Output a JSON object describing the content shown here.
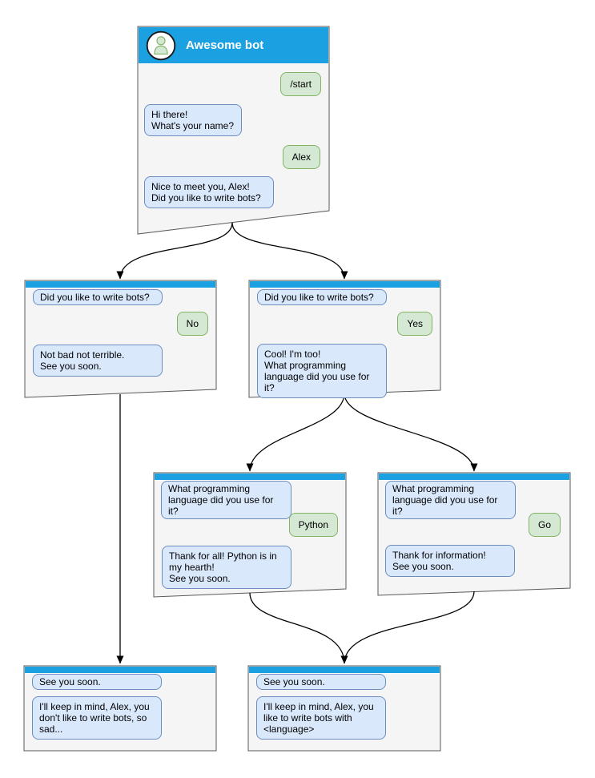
{
  "diagram_title": "Telegram bot conversation flow",
  "colors": {
    "header_bar": "#1BA1E2",
    "bot_bubble_fill": "#DAE8FC",
    "bot_bubble_border": "#6C8EBF",
    "user_bubble_fill": "#D5E8D4",
    "user_bubble_border": "#82B366",
    "window_fill": "#F5F5F5",
    "window_border": "#595959",
    "arrow": "#000000",
    "title_text": "#ffffff"
  },
  "icons": {
    "avatar": "person-icon"
  },
  "windows": [
    {
      "name": "main-chat",
      "title": "Awesome bot",
      "messages": [
        {
          "from": "user",
          "text": "/start"
        },
        {
          "from": "bot",
          "text": "Hi there!\nWhat's your name?"
        },
        {
          "from": "user",
          "text": "Alex"
        },
        {
          "from": "bot",
          "text": "Nice to meet you, Alex!\nDid you like to write bots?"
        }
      ]
    },
    {
      "name": "branch-no",
      "messages": [
        {
          "from": "bot",
          "text": "Did you like to write bots?"
        },
        {
          "from": "user",
          "text": "No"
        },
        {
          "from": "bot",
          "text": "Not bad not terrible.\nSee you soon."
        }
      ]
    },
    {
      "name": "branch-yes",
      "messages": [
        {
          "from": "bot",
          "text": "Did you like to write bots?"
        },
        {
          "from": "user",
          "text": "Yes"
        },
        {
          "from": "bot",
          "text": "Cool! I'm too!\nWhat programming language did you use for it?"
        }
      ]
    },
    {
      "name": "branch-python",
      "messages": [
        {
          "from": "bot",
          "text": "What programming language did you use for it?"
        },
        {
          "from": "user",
          "text": "Python"
        },
        {
          "from": "bot",
          "text": "Thank for all! Python is in my hearth!\nSee you soon."
        }
      ]
    },
    {
      "name": "branch-go",
      "messages": [
        {
          "from": "bot",
          "text": "What programming language did you use for it?"
        },
        {
          "from": "user",
          "text": "Go"
        },
        {
          "from": "bot",
          "text": "Thank for information!\nSee you soon."
        }
      ]
    },
    {
      "name": "end-no",
      "messages": [
        {
          "from": "bot",
          "text": "See you soon."
        },
        {
          "from": "bot",
          "text": "I'll keep in mind, Alex, you don't like to write bots, so sad..."
        }
      ]
    },
    {
      "name": "end-yes",
      "messages": [
        {
          "from": "bot",
          "text": "See you soon."
        },
        {
          "from": "bot",
          "text": "I'll keep in mind, Alex, you like to write bots with <language>"
        }
      ]
    }
  ],
  "edges": [
    {
      "from": "main-chat",
      "to": "branch-no"
    },
    {
      "from": "main-chat",
      "to": "branch-yes"
    },
    {
      "from": "branch-no",
      "to": "end-no"
    },
    {
      "from": "branch-yes",
      "to": "branch-python"
    },
    {
      "from": "branch-yes",
      "to": "branch-go"
    },
    {
      "from": "branch-python",
      "to": "end-yes"
    },
    {
      "from": "branch-go",
      "to": "end-yes"
    }
  ]
}
